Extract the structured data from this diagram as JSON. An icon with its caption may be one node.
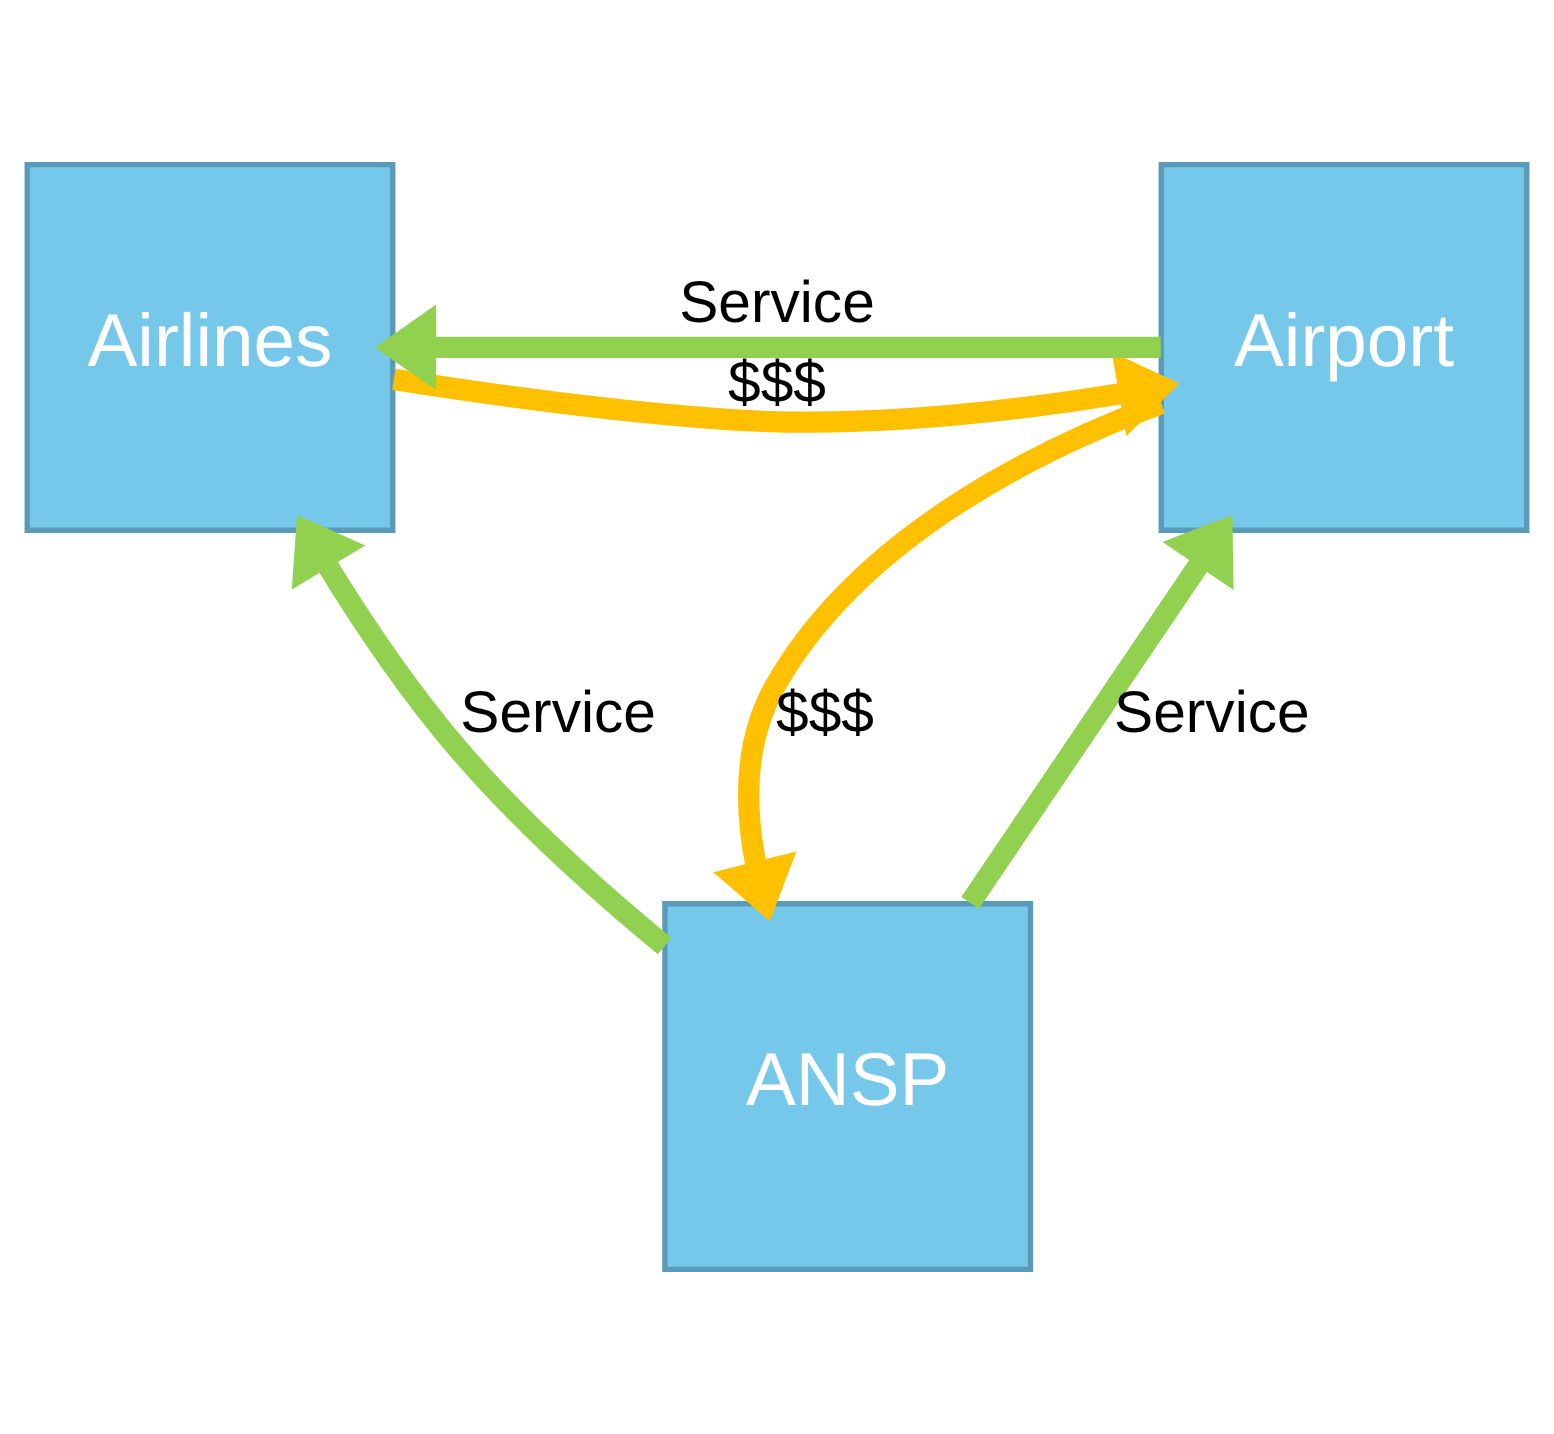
{
  "diagram": {
    "nodes": [
      {
        "text": [
          "Airlines"
        ]
      },
      {
        "text": [
          "Airport"
        ]
      },
      {
        "text": [
          "ANSP"
        ]
      }
    ],
    "edges": [
      {
        "from": 0,
        "to": 1,
        "arrow": "to",
        "label": "$$$",
        "color": "#ffc000"
      },
      {
        "from": 1,
        "to": 0,
        "arrow": "to",
        "label": "Service"
      },
      {
        "from": 1,
        "to": 2,
        "arrow": "to",
        "label": "$$$",
        "color": "#ffc000"
      },
      {
        "from": 2,
        "to": 0,
        "arrow": "to",
        "label": "Service"
      },
      {
        "from": 2,
        "to": 1,
        "arrow": "to",
        "label": "Service"
      }
    ]
  }
}
